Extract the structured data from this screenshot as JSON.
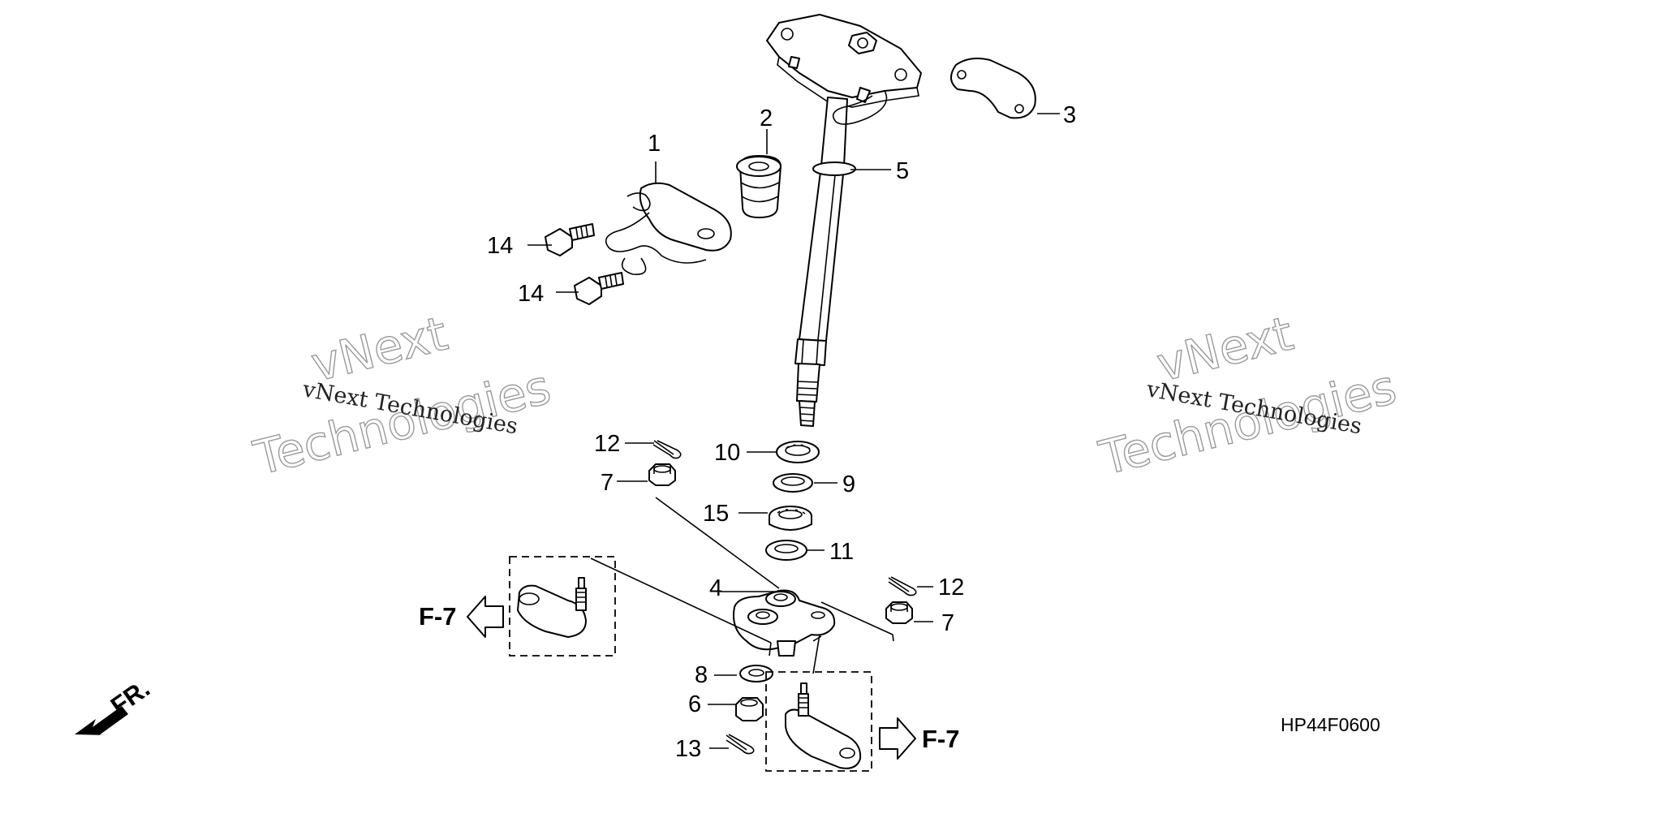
{
  "callouts": {
    "p1": "1",
    "p2": "2",
    "p3": "3",
    "p4": "4",
    "p5": "5",
    "p6": "6",
    "p7a": "7",
    "p7b": "7",
    "p8": "8",
    "p9": "9",
    "p10": "10",
    "p11": "11",
    "p12a": "12",
    "p12b": "12",
    "p13": "13",
    "p14a": "14",
    "p14b": "14",
    "p15": "15"
  },
  "references": {
    "left": "F-7",
    "right": "F-7"
  },
  "front_label": "FR.",
  "diagram_code": "HP44F0600",
  "watermark": {
    "small": "vNext Technologies",
    "big_line1": "vNext",
    "big_line2": "Technologies"
  }
}
